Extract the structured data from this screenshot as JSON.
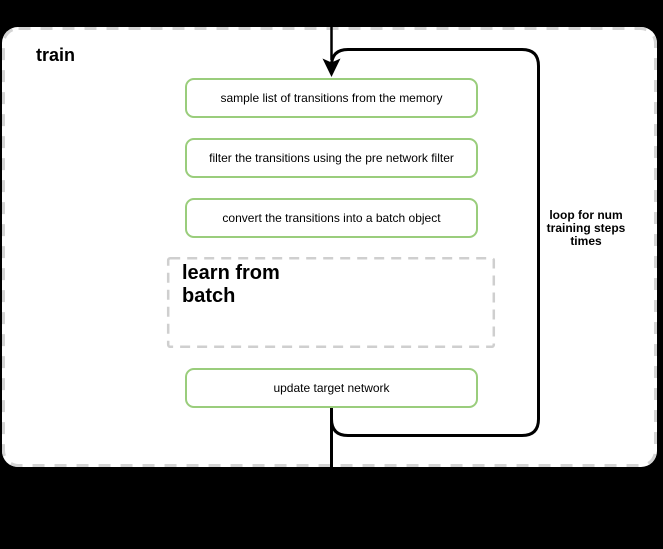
{
  "colors": {
    "canvas_bg": "#000000",
    "container_bg": "#ffffff",
    "container_border": "#d4d4d4",
    "step_border": "#9acd7c",
    "learn_border": "#cfcfcf",
    "line": "#000000",
    "text": "#000000"
  },
  "container": {
    "title": "train"
  },
  "steps": [
    {
      "label": "sample list of transitions from the memory"
    },
    {
      "label": "filter the transitions using the pre network filter"
    },
    {
      "label": "convert the transitions into a batch object"
    },
    {
      "label": "update target network"
    }
  ],
  "learn_group": {
    "lines": [
      "learn from",
      "batch"
    ]
  },
  "loop": {
    "label_lines": [
      "loop for num",
      "training steps",
      "times"
    ]
  }
}
